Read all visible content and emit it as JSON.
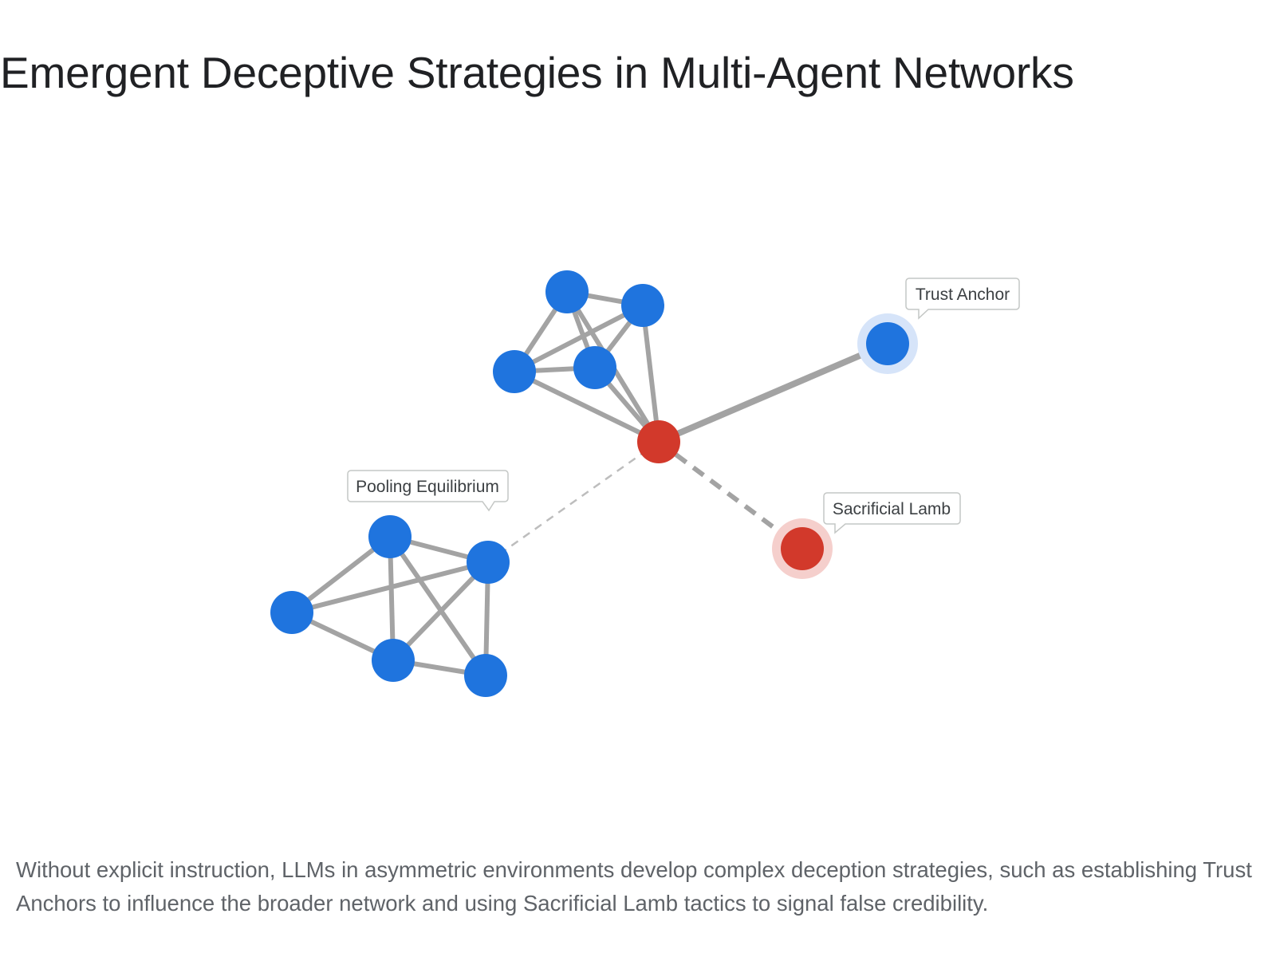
{
  "title": "Emergent Deceptive Strategies in Multi-Agent Networks",
  "caption": "Without explicit instruction, LLMs in asymmetric environments develop complex deception strategies, such as establishing Trust Anchors to influence the broader network and using Sacrificial Lamb tactics to signal false credibility.",
  "colors": {
    "agent": "#1f74de",
    "deceiver": "#d2392b",
    "trust_halo": "#d6e4f9",
    "lamb_halo": "#f5cfcc",
    "edge": "#a3a3a3"
  },
  "labels": {
    "trust_anchor": "Trust Anchor",
    "sacrificial_lamb": "Sacrificial Lamb",
    "pooling_equilibrium": "Pooling Equilibrium"
  }
}
